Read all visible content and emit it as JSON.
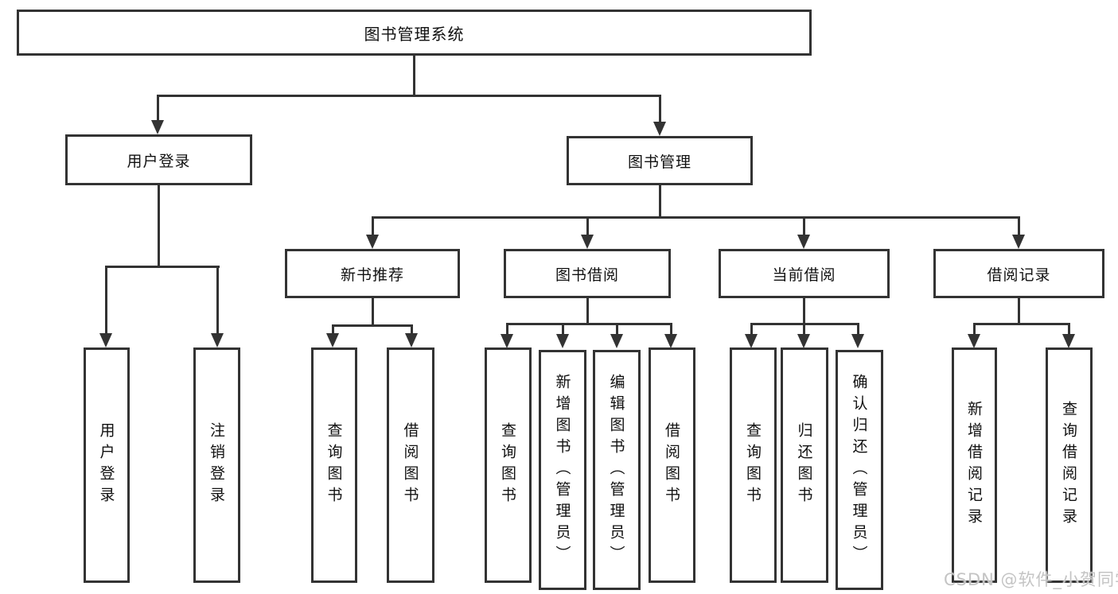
{
  "diagram": {
    "title": "图书管理系统",
    "root": {
      "label": "图书管理系统"
    },
    "branches": [
      {
        "label": "用户登录",
        "children": [
          {
            "label": "用户登录"
          },
          {
            "label": "注销登录"
          }
        ]
      },
      {
        "label": "图书管理",
        "children": [
          {
            "label": "新书推荐",
            "children": [
              {
                "label": "查询图书"
              },
              {
                "label": "借阅图书"
              }
            ]
          },
          {
            "label": "图书借阅",
            "children": [
              {
                "label": "查询图书"
              },
              {
                "label": "新增图书（管理员）"
              },
              {
                "label": "编辑图书（管理员）"
              },
              {
                "label": "借阅图书"
              }
            ]
          },
          {
            "label": "当前借阅",
            "children": [
              {
                "label": "查询图书"
              },
              {
                "label": "归还图书"
              },
              {
                "label": "确认归还（管理员）"
              }
            ]
          },
          {
            "label": "借阅记录",
            "children": [
              {
                "label": "新增借阅记录"
              },
              {
                "label": "查询借阅记录"
              }
            ]
          }
        ]
      }
    ]
  },
  "watermark": {
    "text": "CSDN @软件_小贺同学"
  },
  "colors": {
    "line": "#333333",
    "box_background": "#ffffff",
    "text": "#111111",
    "watermark": "#c4c4c4",
    "page_background": "#ffffff"
  }
}
